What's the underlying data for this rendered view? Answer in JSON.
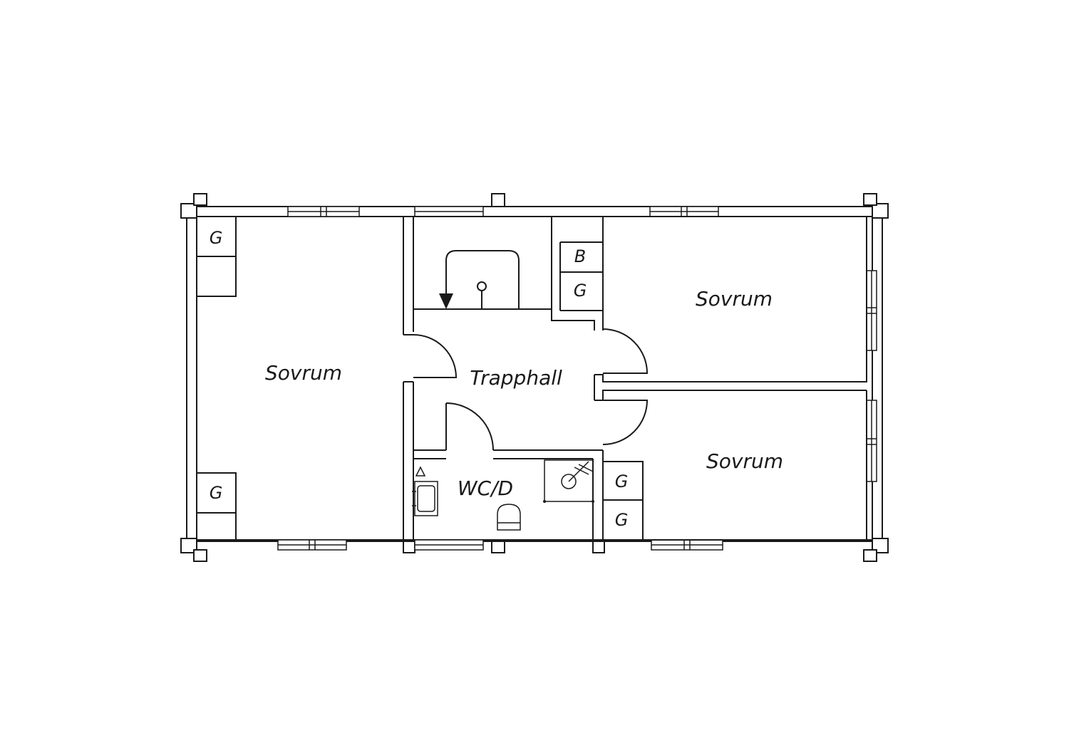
{
  "rooms": {
    "bedroom_left": "Sovrum",
    "bedroom_top_right": "Sovrum",
    "bedroom_bottom_right": "Sovrum",
    "stair_hall": "Trapphall",
    "wc": "WC/D"
  },
  "closets": {
    "left_top": "G",
    "left_bottom": "G",
    "hall_b": "B",
    "hall_g": "G",
    "right_top": "G",
    "right_bottom": "G"
  },
  "colors": {
    "line": "#1a1a1a",
    "background": "#ffffff"
  }
}
